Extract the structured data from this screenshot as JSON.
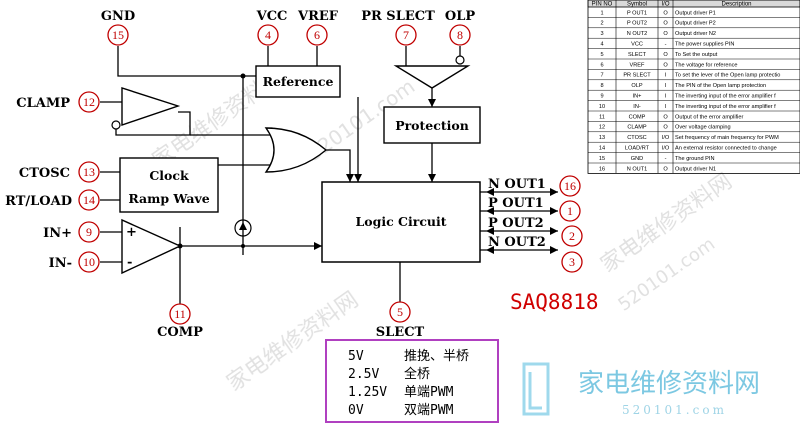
{
  "chip_name": "SAQ8818",
  "pins": [
    {
      "num": "15",
      "name": "GND"
    },
    {
      "num": "4",
      "name": "VCC"
    },
    {
      "num": "6",
      "name": "VREF"
    },
    {
      "num": "7",
      "name": "PR SLECT"
    },
    {
      "num": "8",
      "name": "OLP"
    },
    {
      "num": "12",
      "name": "CLAMP"
    },
    {
      "num": "13",
      "name": "CTOSC"
    },
    {
      "num": "14",
      "name": "RT/LOAD"
    },
    {
      "num": "9",
      "name": "IN+"
    },
    {
      "num": "10",
      "name": "IN-"
    },
    {
      "num": "11",
      "name": "COMP"
    },
    {
      "num": "5",
      "name": "SLECT"
    },
    {
      "num": "16",
      "name": "N OUT1"
    },
    {
      "num": "1",
      "name": "P OUT1"
    },
    {
      "num": "2",
      "name": "P OUT2"
    },
    {
      "num": "3",
      "name": "N OUT2"
    }
  ],
  "blocks": {
    "reference": "Reference",
    "protection": "Protection",
    "clock_line1": "Clock",
    "clock_line2": "Ramp Wave",
    "logic": "Logic Circuit"
  },
  "comp_signs": {
    "plus": "+",
    "minus": "-"
  },
  "slect_modes": [
    {
      "voltage": "5V",
      "mode": "推挽、半桥"
    },
    {
      "voltage": "2.5V",
      "mode": "全桥"
    },
    {
      "voltage": "1.25V",
      "mode": "单端PWM"
    },
    {
      "voltage": "0V",
      "mode": "双端PWM"
    }
  ],
  "pin_table": {
    "headers": [
      "PIN NO",
      "Symbol",
      "I/O",
      "Description"
    ],
    "rows": [
      [
        "1",
        "P OUT1",
        "O",
        "Output driver P1"
      ],
      [
        "2",
        "P OUT2",
        "O",
        "Output driver P2"
      ],
      [
        "3",
        "N OUT2",
        "O",
        "Output driver N2"
      ],
      [
        "4",
        "VCC",
        "-",
        "The power supplies PIN"
      ],
      [
        "5",
        "SLECT",
        "O",
        "To Set the output"
      ],
      [
        "6",
        "VREF",
        "O",
        "The voltage for reference"
      ],
      [
        "7",
        "PR SLECT",
        "I",
        "To set the lever of the Open lamp protectio"
      ],
      [
        "8",
        "OLP",
        "I",
        "The PIN of the Open lamp protection"
      ],
      [
        "9",
        "IN+",
        "I",
        "The inverting input of the error amplifier f"
      ],
      [
        "10",
        "IN-",
        "I",
        "The inverting input of the error amplifier f"
      ],
      [
        "11",
        "COMP",
        "O",
        "Output of the error amplifier"
      ],
      [
        "12",
        "CLAMP",
        "O",
        "Over voltage clamping"
      ],
      [
        "13",
        "CTOSC",
        "I/O",
        "Set frequency of main frequency for PWM"
      ],
      [
        "14",
        "LOAD/RT",
        "I/O",
        "An external resistor connected to change"
      ],
      [
        "15",
        "GND",
        "-",
        "The ground PIN"
      ],
      [
        "16",
        "N OUT1",
        "O",
        "Output driver N1"
      ]
    ]
  },
  "watermark": {
    "brand": "家电维修资料网",
    "url": "520101.com"
  }
}
